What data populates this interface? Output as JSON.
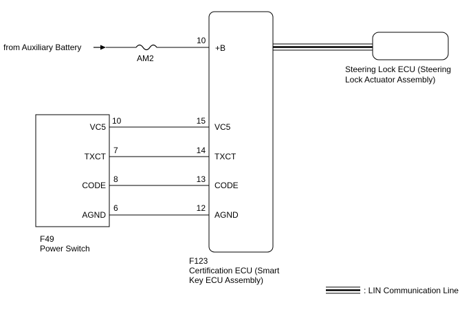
{
  "source": {
    "label": "from Auxiliary Battery"
  },
  "fuse": {
    "label": "AM2"
  },
  "cert_ecu": {
    "code": "F123",
    "name_line1": "Certification ECU (Smart",
    "name_line2": "Key ECU Assembly)",
    "pin_b": {
      "pin": "10",
      "name": "+B"
    },
    "pins": [
      {
        "pin": "15",
        "name": "VC5"
      },
      {
        "pin": "14",
        "name": "TXCT"
      },
      {
        "pin": "13",
        "name": "CODE"
      },
      {
        "pin": "12",
        "name": "AGND"
      }
    ]
  },
  "power_switch": {
    "code": "F49",
    "name": "Power Switch",
    "pins": [
      {
        "pin": "10",
        "name": "VC5"
      },
      {
        "pin": "7",
        "name": "TXCT"
      },
      {
        "pin": "8",
        "name": "CODE"
      },
      {
        "pin": "6",
        "name": "AGND"
      }
    ]
  },
  "steering_ecu": {
    "name_line1": "Steering Lock ECU (Steering",
    "name_line2": "Lock Actuator Assembly)"
  },
  "legend": {
    "label": ": LIN Communication Line"
  }
}
